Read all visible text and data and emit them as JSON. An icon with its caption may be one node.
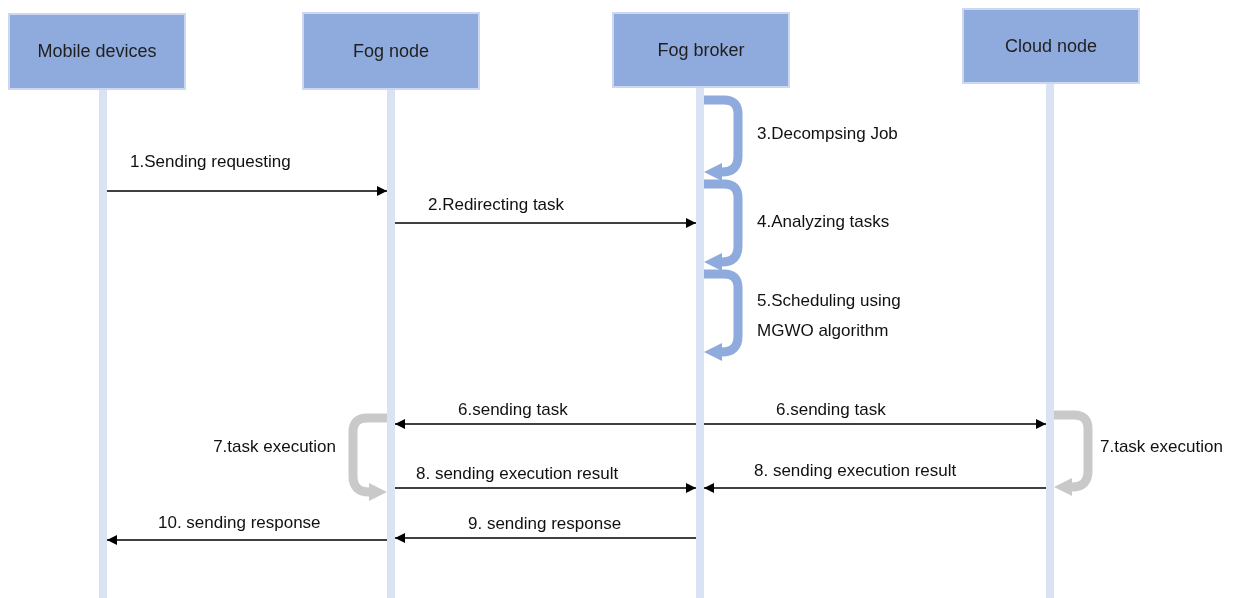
{
  "diagram": {
    "nodes": [
      {
        "text": [
          "Mobile devices"
        ]
      },
      {
        "text": [
          "Fog node"
        ]
      },
      {
        "text": [
          "Fog broker"
        ]
      },
      {
        "text": [
          "Cloud node"
        ]
      },
      {
        "text": [],
        "shape": "bar"
      },
      {
        "text": [],
        "shape": "bar"
      },
      {
        "text": [],
        "shape": "bar"
      },
      {
        "text": [],
        "shape": "bar"
      }
    ],
    "edges": [
      {
        "from": 4,
        "to": 5,
        "arrow": "to",
        "label": "1.Sending requesting"
      },
      {
        "from": 5,
        "to": 6,
        "arrow": "to",
        "label": "2.Redirecting task"
      },
      {
        "from": 6,
        "to": 6,
        "arrow": "to",
        "label": "3.Decompsing Job",
        "style": "thick",
        "color": "#8faadc"
      },
      {
        "from": 6,
        "to": 6,
        "arrow": "to",
        "label": "4.Analyzing tasks",
        "style": "thick",
        "color": "#8faadc"
      },
      {
        "from": 6,
        "to": 6,
        "arrow": "to",
        "label": "5.Scheduling using MGWO algorithm",
        "style": "thick",
        "color": "#8faadc"
      },
      {
        "from": 6,
        "to": 5,
        "arrow": "to",
        "label": "6.sending task"
      },
      {
        "from": 6,
        "to": 7,
        "arrow": "to",
        "label": "6.sending task"
      },
      {
        "from": 5,
        "to": 5,
        "arrow": "to",
        "label": "7.task execution",
        "style": "thick",
        "color": "#c9c9c9"
      },
      {
        "from": 7,
        "to": 7,
        "arrow": "to",
        "label": "7.task execution",
        "style": "thick",
        "color": "#c9c9c9"
      },
      {
        "from": 5,
        "to": 6,
        "arrow": "to",
        "label": "8. sending execution result"
      },
      {
        "from": 7,
        "to": 6,
        "arrow": "to",
        "label": "8. sending execution result"
      },
      {
        "from": 6,
        "to": 5,
        "arrow": "to",
        "label": "9. sending response"
      },
      {
        "from": 5,
        "to": 4,
        "arrow": "to",
        "label": "10. sending response"
      }
    ]
  }
}
